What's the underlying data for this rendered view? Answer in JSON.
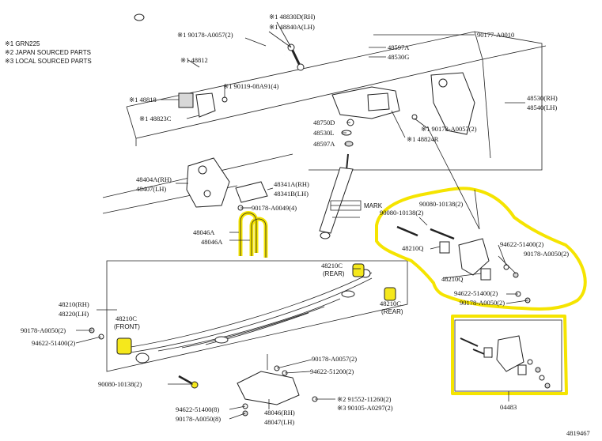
{
  "notes": [
    "※1 GRN225",
    "※2 JAPAN SOURCED PARTS",
    "※3 LOCAL SOURCED PARTS"
  ],
  "labels": {
    "p90178_a0057_top": "※1 90178-A0057(2)",
    "p48830d": "※1 48830D(RH)",
    "p48840a": "※1 48840A(LH)",
    "p90177": "90177-A0010",
    "p48812": "※1 48812",
    "p48597a_top": "48597A",
    "p48530g": "48530G",
    "p90119": "※1 90119-08A91(4)",
    "p48818": "※1 48818",
    "p48823c": "※1 48823C",
    "p48530rh": "48530(RH)",
    "p48540lh": "48540(LH)",
    "p48750d": "48750D",
    "p48530l": "48530L",
    "p48597a_mid": "48597A",
    "p90178_a0057_mid": "※1 90178-A0057(2)",
    "p48824r": "※1 48824R",
    "p48404a": "48404A(RH)",
    "p48407": "48407(LH)",
    "p48341a": "48341A(RH)",
    "p48341b": "48341B(LH)",
    "p90178_a0049": "90178-A0049(4)",
    "mark": "MARK",
    "p48046a_1": "48046A",
    "p48046a_2": "48046A",
    "p90080_10138_a": "90080-10138(2)",
    "p90080_10138_b": "90080-10138(2)",
    "p48210q_a": "48210Q",
    "p48210q_b": "48210Q",
    "p94622_51400_r": "94622-51400(2)",
    "p90178_a0050_r": "90178-A0050(2)",
    "p94622_51400_r2": "94622-51400(2)",
    "p90178_a0050_r2": "90178-A0050(2)",
    "p48210c_rear1": "48210C",
    "rear1": "(REAR)",
    "p48210c_rear2": "48210C",
    "rear2": "(REAR)",
    "p48210rh": "48210(RH)",
    "p48220lh": "48220(LH)",
    "p48210c_front": "48210C",
    "front": "(FRONT)",
    "p90178_a0050_l": "90178-A0050(2)",
    "p94622_51400_l": "94622-51400(2)",
    "p90178_a0057_bot": "90178-A0057(2)",
    "p94622_51200": "94622-51200(2)",
    "p90080_10138_bot": "90080-10138(2)",
    "p91552": "※2 91552-11260(2)",
    "p90105": "※3 90105-A0297(2)",
    "p94622_51400_bot": "94622-51400(8)",
    "p90178_a0050_bot": "90178-A0050(8)",
    "p48046rh": "48046(RH)",
    "p48047lh": "48047(LH)",
    "kit": "04483",
    "fig_id": "4819467"
  },
  "colors": {
    "highlight": "#f5e400",
    "line": "#222222"
  }
}
